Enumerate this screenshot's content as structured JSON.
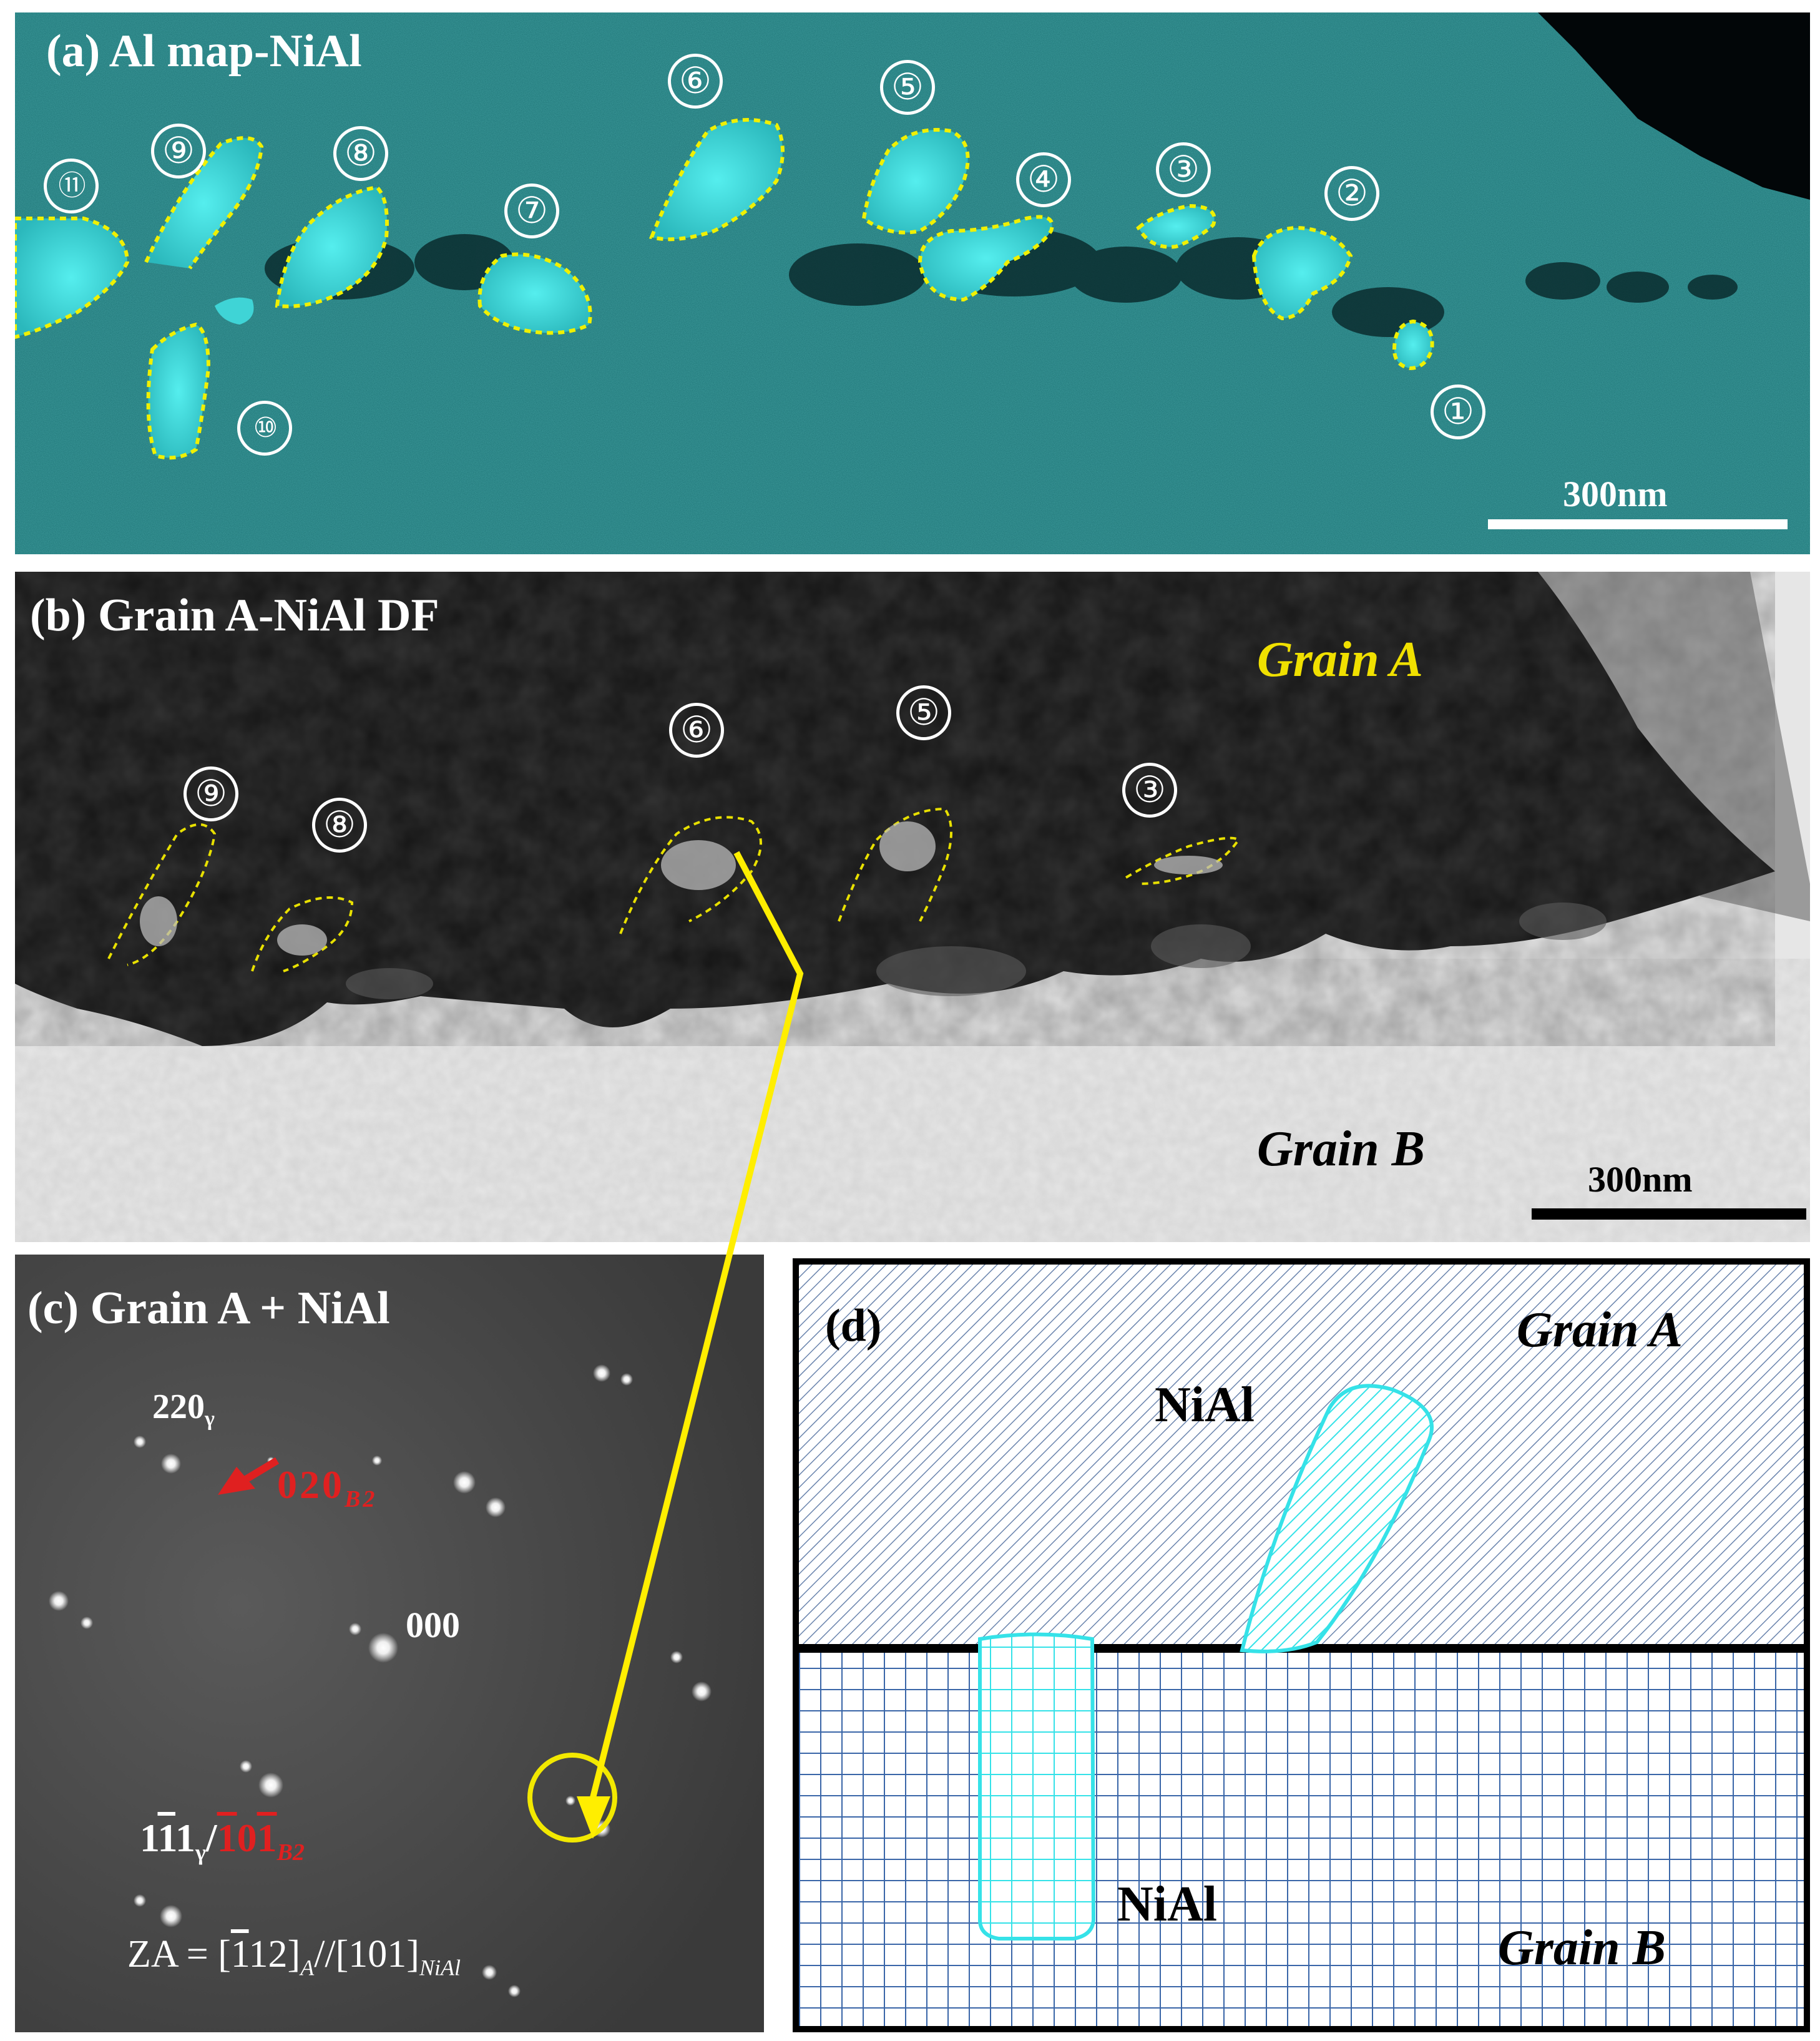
{
  "panel_a": {
    "label": "(a) Al map-NiAl",
    "scale": "300nm",
    "markers": [
      "⑪",
      "⑨",
      "⑧",
      "⑦",
      "⑥",
      "⑤",
      "④",
      "③",
      "②",
      "①",
      "⑩"
    ]
  },
  "panel_b": {
    "label": "(b) Grain A-NiAl DF",
    "grain_a": "Grain A",
    "grain_b": "Grain B",
    "scale": "300nm",
    "markers": [
      "⑨",
      "⑧",
      "⑥",
      "⑤",
      "③"
    ]
  },
  "panel_c": {
    "label": "(c) Grain A + NiAl",
    "spot_220": "220",
    "spot_220_sub": "γ",
    "spot_020": "020",
    "spot_020_sub": "B2",
    "spot_000": "000",
    "spot_111": "1",
    "spot_111_bar": "1",
    "spot_111_tail": "1",
    "spot_111_sub": "γ",
    "slash": "/",
    "spot_101_a": "1",
    "spot_101_b": "0",
    "spot_101_c": "1",
    "spot_101_sub": "B2",
    "za_prefix": "ZA = [",
    "za_bar": "1",
    "za_mid": "12]",
    "za_sub_a": "A",
    "za_sep": "//[101]",
    "za_sub_b": "NiAl"
  },
  "panel_d": {
    "label": "(d)",
    "grain_a": "Grain A",
    "grain_b": "Grain B",
    "nial_top": "NiAl",
    "nial_bottom": "NiAl"
  },
  "colors": {
    "al_map_bg": "#1f7d7d",
    "particle": "#3fe0e0",
    "outline_yellow": "#f0f000",
    "arrow_yellow": "#ffee00",
    "red_label": "#e02020",
    "grid_blue": "#3a66a8",
    "hatch_blue": "#5a78a8",
    "precip_cyan": "#35e2e8"
  }
}
